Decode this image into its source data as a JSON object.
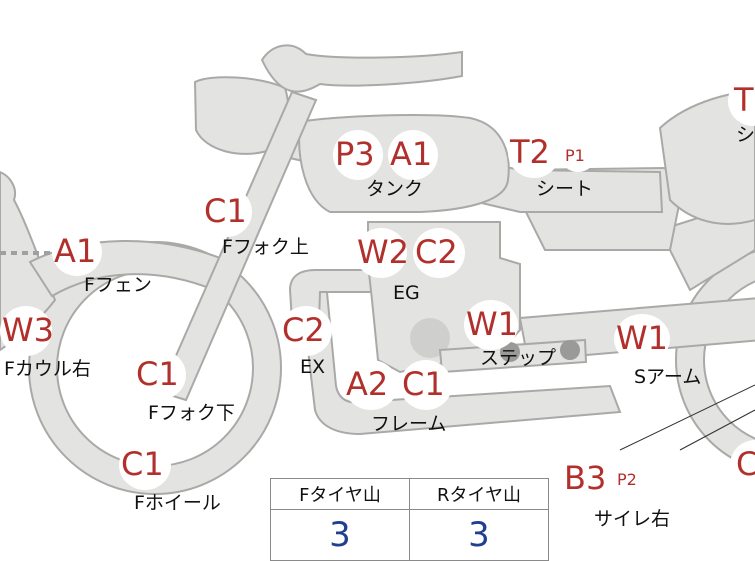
{
  "damage_codes": {
    "p3_tank": "P3",
    "a1_tank": "A1",
    "t2_seat": "T2",
    "p1_seat": "P1",
    "c1_fork_upper": "C1",
    "a1_front_fender": "A1",
    "w2_engine": "W2",
    "c2_engine": "C2",
    "c2_exhaust": "C2",
    "w1_step": "W1",
    "w1_swingarm": "W1",
    "w3_front_cowl_right": "W3",
    "c1_fork_lower": "C1",
    "a2_frame": "A2",
    "c1_frame": "C1",
    "c1_front_wheel": "C1",
    "b3_side_cover": "B3",
    "p2_side_cover": "P2",
    "t_partial_right": "T",
    "c_partial_right": "C"
  },
  "part_labels": {
    "tank": "タンク",
    "seat": "シート",
    "fork_upper": "Fフォク上",
    "front_fender": "Fフェン",
    "engine": "EG",
    "exhaust": "EX",
    "step": "ステップ",
    "swingarm": "Sアーム",
    "front_cowl_right": "Fカウル右",
    "fork_lower": "Fフォク下",
    "frame": "フレーム",
    "front_wheel": "Fホイール",
    "side_cover_right": "サイレ右",
    "partial_right": "シ"
  },
  "tire_table": {
    "front_label": "Fタイヤ山",
    "rear_label": "Rタイヤ山",
    "front_value": "3",
    "rear_value": "3"
  }
}
